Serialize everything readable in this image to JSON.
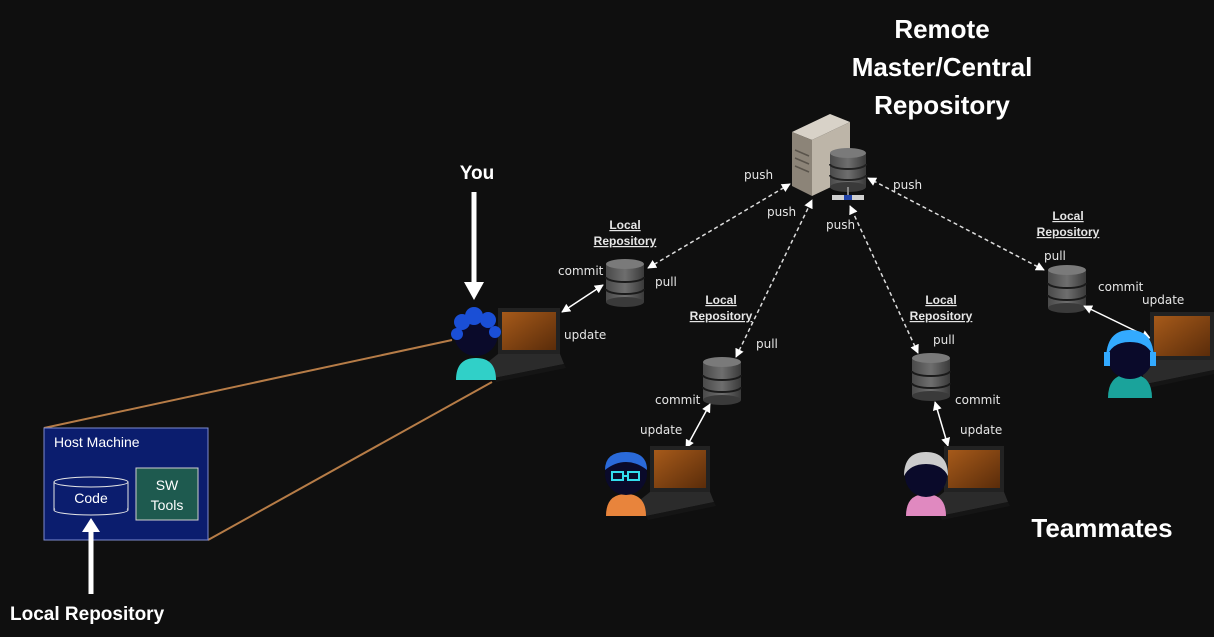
{
  "title": {
    "line1": "Remote",
    "line2": "Master/Central",
    "line3": "Repository"
  },
  "you_label": "You",
  "teammates_label": "Teammates",
  "local_repository_caption": "Local Repository",
  "host_machine": {
    "title": "Host Machine",
    "code_label": "Code",
    "tools_line1": "SW",
    "tools_line2": "Tools"
  },
  "repo_labels": {
    "line1": "Local",
    "line2": "Repository"
  },
  "actions": {
    "push": "push",
    "pull": "pull",
    "commit": "commit",
    "update": "update"
  },
  "colors": {
    "background": "#0f0f0f",
    "host_box": "#0b1d6e",
    "tools_box": "#1e5a4f",
    "connector": "#b67c47",
    "you_avatar": "#1a4fd6",
    "teammate1_glasses": "#2a6ad9",
    "teammate2_hair": "#cccccc",
    "teammate3_hair": "#33aaff",
    "laptop_screen": "#8b4a14"
  }
}
